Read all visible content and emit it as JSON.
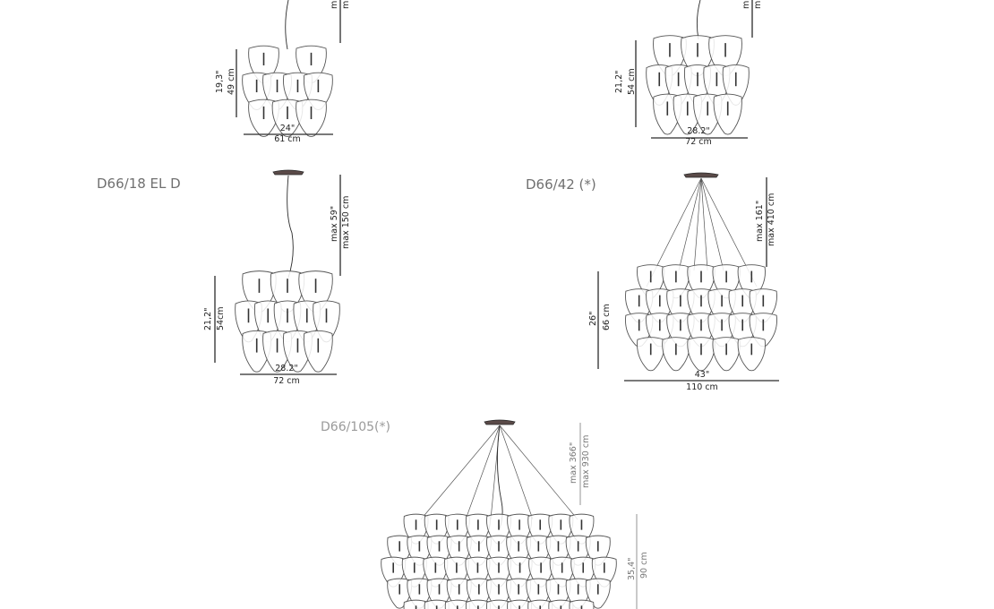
{
  "models": [
    {
      "id": "top-left",
      "label": "",
      "height_in": "19,3\"",
      "height_cm": "49 cm",
      "width_in": "24\"",
      "width_cm": "61 cm",
      "drop_in": "m",
      "drop_cm": "m"
    },
    {
      "id": "top-right",
      "label": "",
      "height_in": "21,2\"",
      "height_cm": "54 cm",
      "width_in": "28.2\"",
      "width_cm": "72 cm",
      "drop_in": "m",
      "drop_cm": "m"
    },
    {
      "id": "d66-18-el-d",
      "label": "D66/18 EL D",
      "drop_in": "max 59\"",
      "drop_cm": "max 150 cm",
      "height_in": "21,2\"",
      "height_cm": "54cm",
      "width_in": "28.2\"",
      "width_cm": "72 cm"
    },
    {
      "id": "d66-42",
      "label": "D66/42 (*)",
      "drop_in": "max 161\"",
      "drop_cm": "max 410 cm",
      "height_in": "26\"",
      "height_cm": "66 cm",
      "width_in": "43\"",
      "width_cm": "110 cm"
    },
    {
      "id": "d66-105",
      "label": "D66/105(*)",
      "drop_in": "max 366\"",
      "drop_cm": "max 930 cm",
      "height_in": "35,4\"",
      "height_cm": "90 cm"
    }
  ],
  "colors": {
    "line": "#2b2b2b",
    "petal_stroke": "#555555",
    "label": "#707070",
    "canopy": "#5a4a48"
  }
}
